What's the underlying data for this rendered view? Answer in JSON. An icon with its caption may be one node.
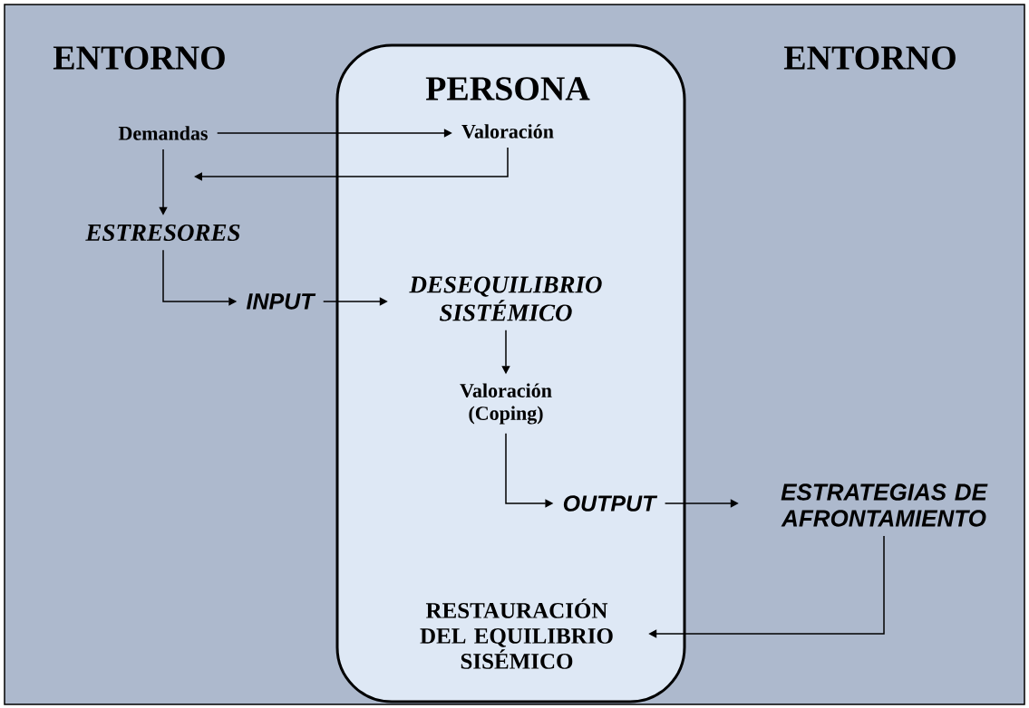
{
  "diagram": {
    "nodes": [
      {
        "text": [
          "PERSONA"
        ]
      },
      {
        "text": [
          "Demandas"
        ]
      },
      {
        "text": [
          "Valoración"
        ],
        "in": 0
      },
      {
        "text": [
          "ESTRESORES"
        ]
      },
      {
        "text": [
          "INPUT"
        ]
      },
      {
        "text": [
          "DESEQUILIBRIO SISTÉMICO"
        ],
        "in": 0
      },
      {
        "text": [
          "Valoración (Coping)"
        ],
        "in": 0
      },
      {
        "text": [
          "OUTPUT"
        ],
        "in": 0
      },
      {
        "text": [
          "ESTRATEGIAS DE AFRONTAMIENTO"
        ]
      },
      {
        "text": [
          "RESTAURACIÓN DEL EQUILIBRIO SISÉMICO"
        ],
        "in": 0
      }
    ],
    "edges": [
      {
        "from": 1,
        "to": 2,
        "arrow": "to"
      },
      {
        "from": 2,
        "to": null,
        "arrow": "to"
      },
      {
        "from": 1,
        "to": 3,
        "arrow": "to"
      },
      {
        "from": 3,
        "to": 4,
        "arrow": "to"
      },
      {
        "from": 4,
        "to": 5,
        "arrow": "to"
      },
      {
        "from": 5,
        "to": 6,
        "arrow": "to"
      },
      {
        "from": 6,
        "to": 7,
        "arrow": "to"
      },
      {
        "from": 7,
        "to": 8,
        "arrow": "to"
      },
      {
        "from": 8,
        "to": 9,
        "arrow": "to"
      }
    ],
    "labels": [
      "ENTORNO",
      "ENTORNO"
    ]
  }
}
